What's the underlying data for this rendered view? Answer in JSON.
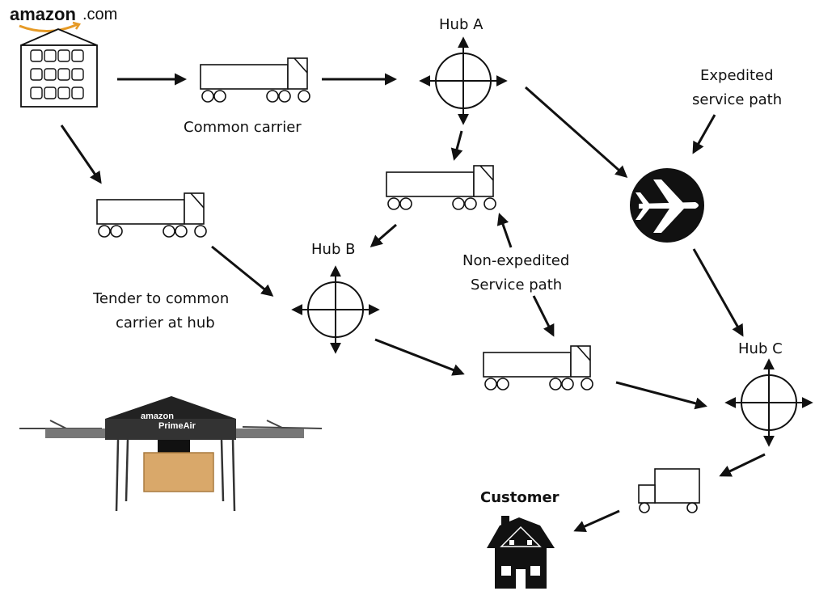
{
  "logo": {
    "brand": "amazon",
    "suffix": ".com"
  },
  "drone": {
    "brand": "amazon",
    "product": "PrimeAir"
  },
  "labels": {
    "hub_a": "Hub A",
    "hub_b": "Hub B",
    "hub_c": "Hub C",
    "common_carrier": "Common carrier",
    "expedited_line1": "Expedited",
    "expedited_line2": "service path",
    "non_expedited_line1": "Non-expedited",
    "non_expedited_line2": "Service path",
    "tender_line1": "Tender to common",
    "tender_line2": "carrier at hub",
    "customer": "Customer"
  },
  "icons": [
    "warehouse-icon",
    "truck-icon",
    "hub-icon",
    "airplane-icon",
    "drone-image",
    "house-icon",
    "van-icon"
  ],
  "colors": {
    "ink": "#111111",
    "box": "#d9a86a",
    "arrow": "#111111"
  }
}
